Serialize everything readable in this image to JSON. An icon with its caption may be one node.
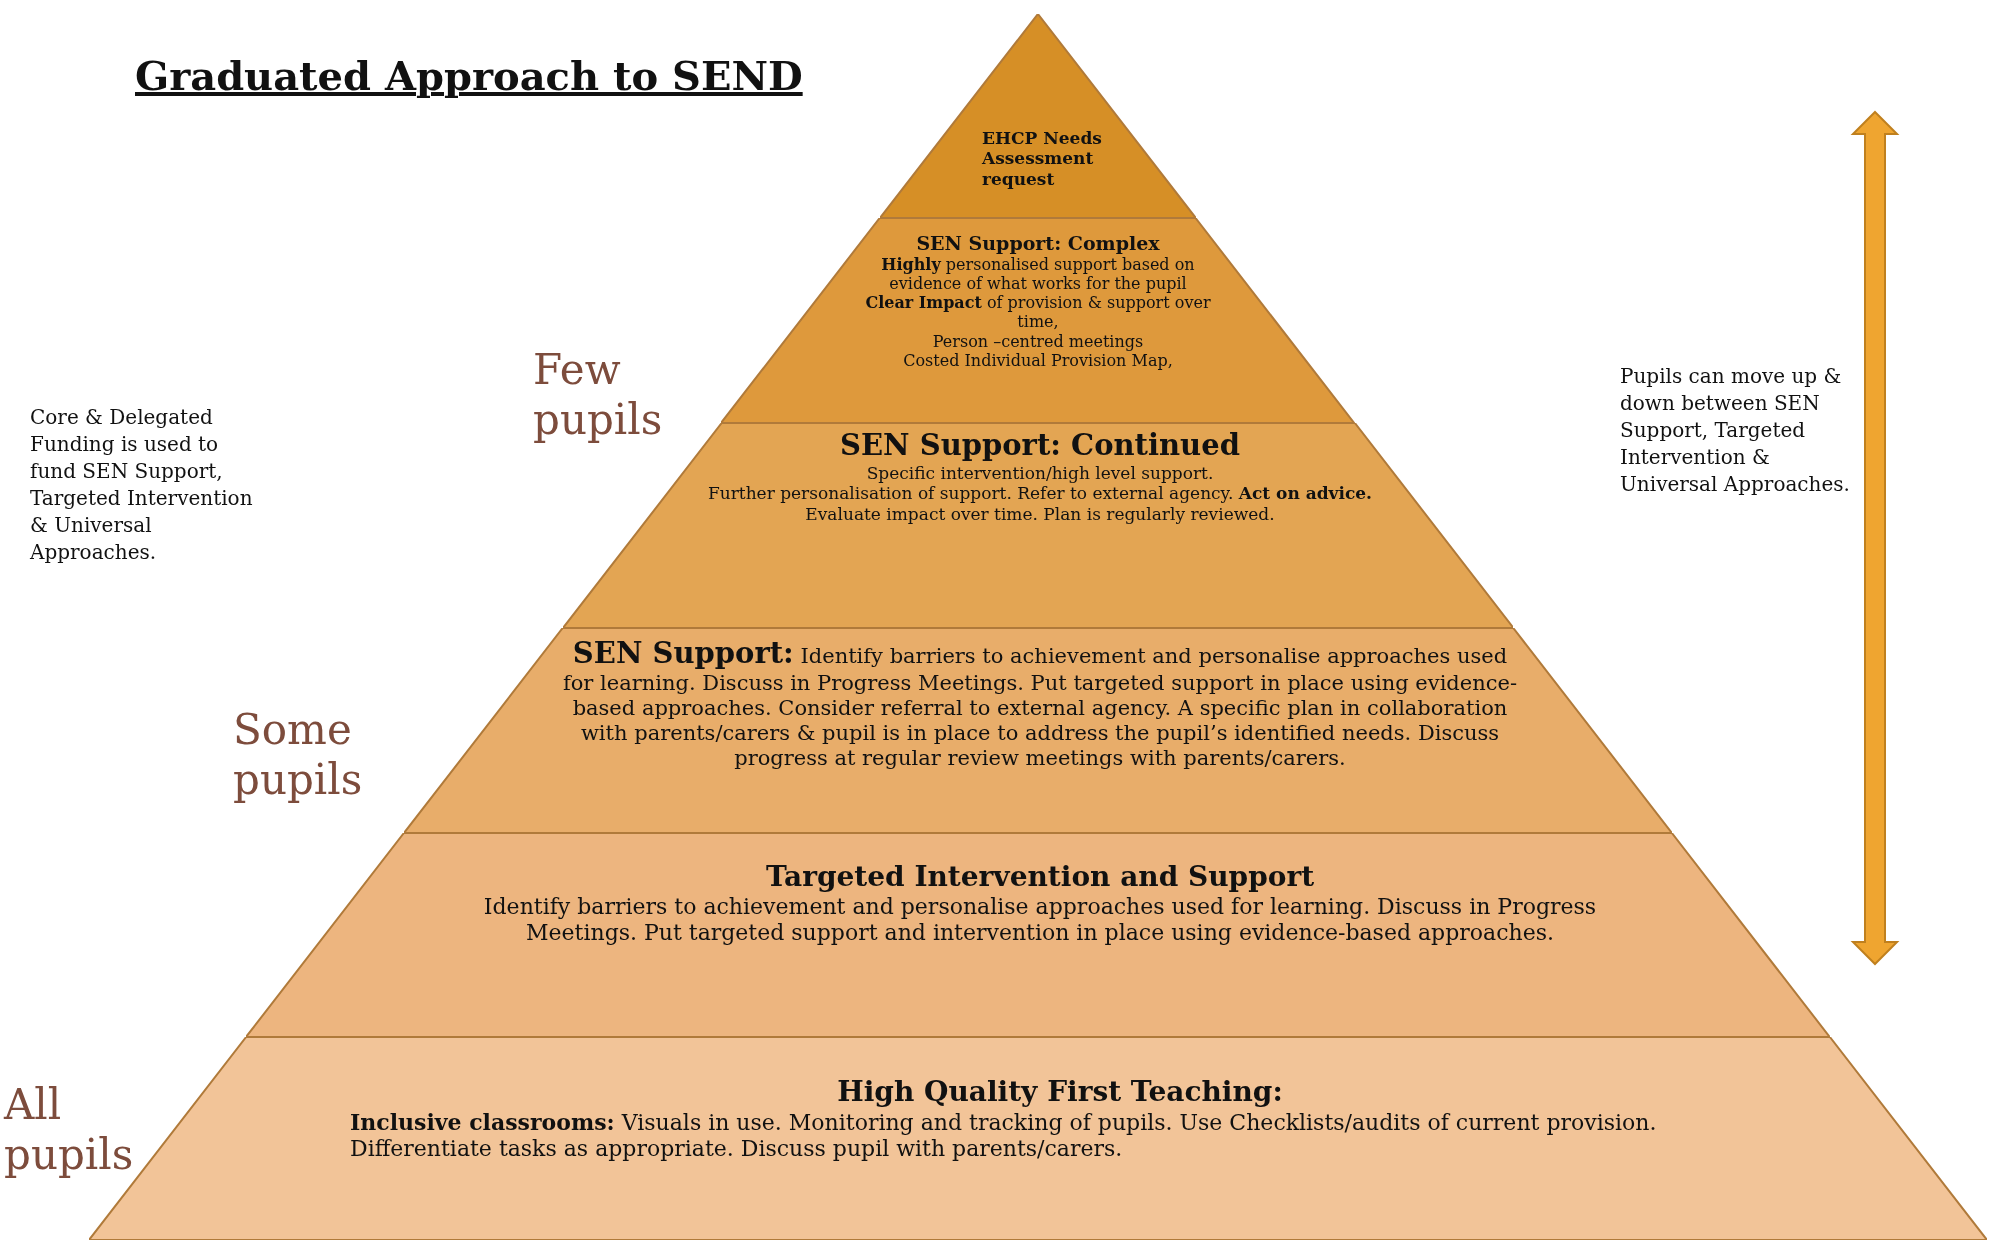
{
  "diagram": {
    "title": "Graduated Approach to SEND",
    "nodes": [
      {
        "text": [
          "EHCP Needs Assessment request"
        ]
      },
      {
        "text": [
          "SEN Support: Complex",
          "**Highly** personalised support based on evidence of what works for the pupil",
          "**Clear Impact** of provision & support over time,",
          "Person –centred meetings",
          "Costed Individual Provision Map,"
        ]
      },
      {
        "text": [
          "SEN Support: Continued",
          "Specific intervention/high level support.",
          "Further personalisation of support. Refer to external agency. **Act on advice.**",
          "Evaluate impact over time. Plan is regularly reviewed."
        ]
      },
      {
        "text": [
          "**SEN Support:** Identify barriers to achievement and personalise approaches used for learning. Discuss in Progress Meetings. Put targeted support in place using evidence-based approaches. Consider referral to external agency. A specific plan in collaboration with parents/carers & pupil is in place to address the pupil’s identified needs. Discuss progress at regular review meetings with parents/carers."
        ]
      },
      {
        "text": [
          "Targeted Intervention and Support",
          "Identify barriers to achievement and personalise approaches used for learning. Discuss in Progress Meetings. Put targeted support and intervention in place using evidence-based approaches."
        ]
      },
      {
        "text": [
          "High Quality First Teaching:",
          "**Inclusive classrooms:** Visuals in use. Monitoring and tracking of pupils. Use Checklists/audits of current provision. Differentiate tasks as appropriate. Discuss pupil with parents/carers."
        ]
      }
    ],
    "labels": [
      "Few pupils",
      "Core & Delegated Funding is used to fund SEN Support, Targeted Intervention & Universal Approaches.",
      "Pupils can move up & down between SEN Support, Targeted Intervention & Universal Approaches.",
      "Some pupils",
      "All pupils"
    ]
  }
}
